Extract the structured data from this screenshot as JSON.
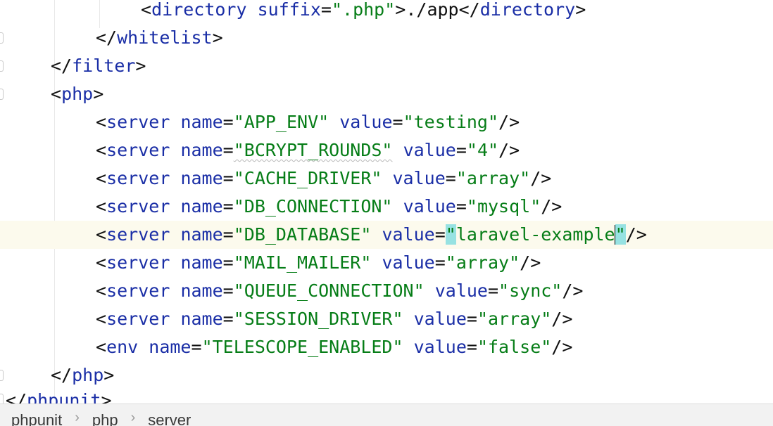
{
  "editor": {
    "lines": {
      "l0": {
        "open": "<",
        "tag": "directory",
        "attr": "suffix",
        "eq": "=",
        "val": "\".php\"",
        "gt": ">",
        "text": "./app",
        "close_open": "</",
        "close_tag": "directory",
        "close_gt": ">"
      },
      "l1": {
        "open": "</",
        "tag": "whitelist",
        "gt": ">"
      },
      "l2": {
        "open": "</",
        "tag": "filter",
        "gt": ">"
      },
      "l3": {
        "open": "<",
        "tag": "php",
        "gt": ">"
      },
      "l4": {
        "tag": "server",
        "name_val": "\"APP_ENV\"",
        "value_val": "\"testing\""
      },
      "l5": {
        "tag": "server",
        "name_val": "\"BCRYPT_ROUNDS\"",
        "value_val": "\"4\""
      },
      "l6": {
        "tag": "server",
        "name_val": "\"CACHE_DRIVER\"",
        "value_val": "\"array\""
      },
      "l7": {
        "tag": "server",
        "name_val": "\"DB_CONNECTION\"",
        "value_val": "\"mysql\""
      },
      "l8": {
        "tag": "server",
        "name_val": "\"DB_DATABASE\"",
        "value_open_quote": "\"",
        "value_inner": "laravel-example",
        "value_close_quote": "\""
      },
      "l9": {
        "tag": "server",
        "name_val": "\"MAIL_MAILER\"",
        "value_val": "\"array\""
      },
      "l10": {
        "tag": "server",
        "name_val": "\"QUEUE_CONNECTION\"",
        "value_val": "\"sync\""
      },
      "l11": {
        "tag": "server",
        "name_val": "\"SESSION_DRIVER\"",
        "value_val": "\"array\""
      },
      "l12": {
        "tag": "env",
        "name_val": "\"TELESCOPE_ENABLED\"",
        "value_val": "\"false\""
      },
      "l13": {
        "open": "</",
        "tag": "php",
        "gt": ">"
      },
      "l14": {
        "open": "</",
        "tag": "phpunit",
        "gt": ">"
      }
    },
    "tokens": {
      "lt": "<",
      "self_close": "/>",
      "name_attr": "name",
      "value_attr": "value",
      "eq": "="
    }
  },
  "breadcrumb": {
    "items": [
      "phpunit",
      "php",
      "server"
    ],
    "separator": "›"
  }
}
